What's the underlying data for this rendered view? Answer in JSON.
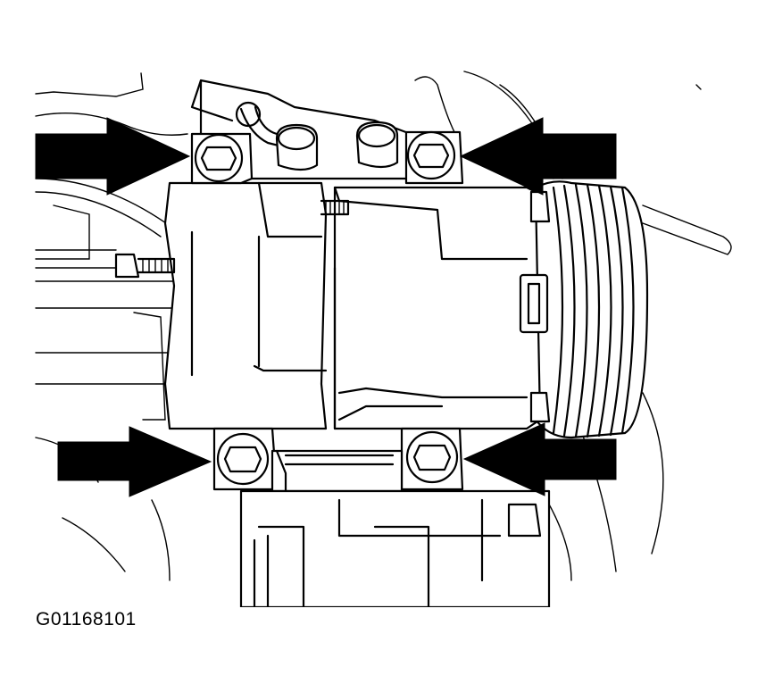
{
  "figure": {
    "code": "G01168101"
  },
  "callouts": [
    {
      "name": "arrow-upper-left-bolt",
      "target": "upper-left-mounting-bolt"
    },
    {
      "name": "arrow-upper-right-bolt",
      "target": "upper-right-mounting-bolt"
    },
    {
      "name": "arrow-lower-left-bolt",
      "target": "lower-left-mounting-bolt"
    },
    {
      "name": "arrow-lower-right-bolt",
      "target": "lower-right-mounting-bolt"
    }
  ],
  "colors": {
    "line": "#000000",
    "background": "#ffffff"
  }
}
